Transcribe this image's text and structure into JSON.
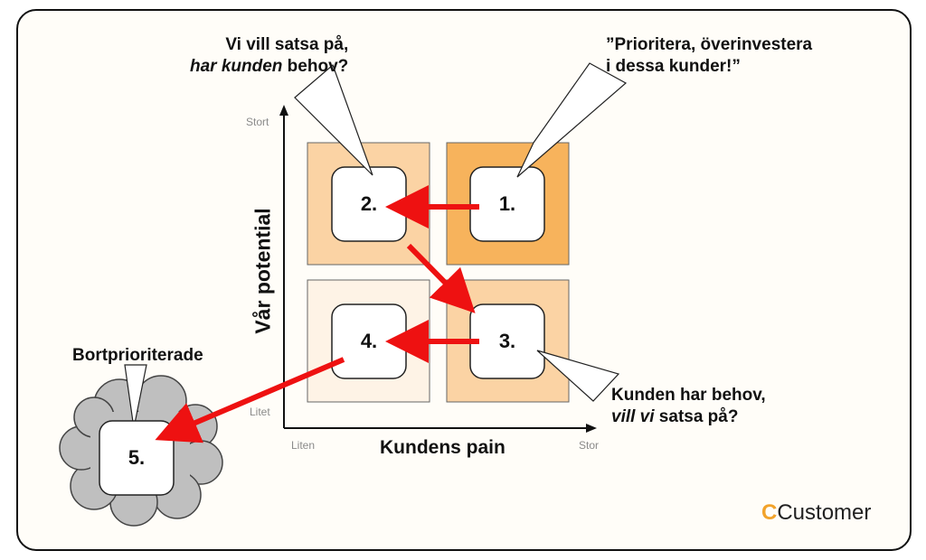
{
  "diagram": {
    "callouts": {
      "top_left_line1": "Vi vill satsa på,",
      "top_left_line2_italic": "har kunden",
      "top_left_line2_rest": " behov?",
      "top_right_line1": "”Prioritera, överinvestera",
      "top_right_line2": "i dessa kunder!”",
      "bottom_right_line1": "Kunden har behov,",
      "bottom_right_line2_italic": "vill vi",
      "bottom_right_line2_rest": " satsa på?",
      "cloud_label": "Bortprioriterade"
    },
    "axes": {
      "y_label": "Vår potential",
      "x_label": "Kundens pain",
      "y_top_tick": "Stort",
      "y_bottom_tick": "Litet",
      "x_left_tick": "Liten",
      "x_right_tick": "Stor"
    },
    "boxes": {
      "q1": "1.",
      "q2": "2.",
      "q3": "3.",
      "q4": "4.",
      "q5": "5."
    },
    "colors": {
      "q1_fill": "#f7b35c",
      "q2_fill": "#fbd3a4",
      "q3_fill": "#fbd3a4",
      "q4_fill": "#fef3e6",
      "cloud_fill": "#bfbfbf",
      "arrow": "#ee1111",
      "logo_accent": "#f2a32b"
    },
    "logo": {
      "mark": "C",
      "text": "Customer"
    }
  }
}
